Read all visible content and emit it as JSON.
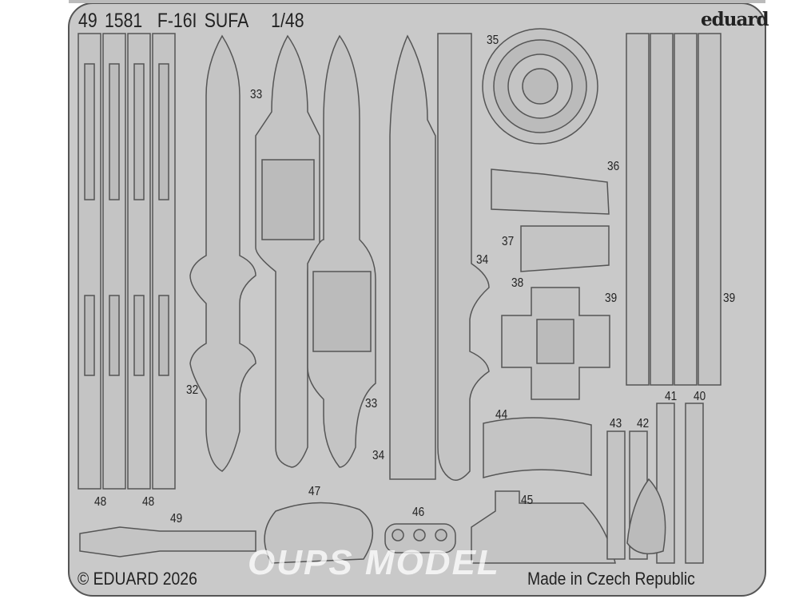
{
  "header": {
    "code": "49 1581",
    "model": "F-16I SUFA",
    "scale": "1/48",
    "brand": "eduard"
  },
  "footer": {
    "copyright": "© EDUARD 2026",
    "origin": "Made in Czech Republic"
  },
  "watermark": "OUPS MODEL",
  "part_labels": [
    "32",
    "33",
    "33",
    "34",
    "34",
    "35",
    "36",
    "37",
    "38",
    "39",
    "39",
    "40",
    "41",
    "42",
    "43",
    "44",
    "45",
    "46",
    "47",
    "48",
    "48",
    "49"
  ],
  "colors": {
    "fret": "#c9c9c9",
    "outline": "#555555",
    "shade": "#b3b3b3"
  }
}
